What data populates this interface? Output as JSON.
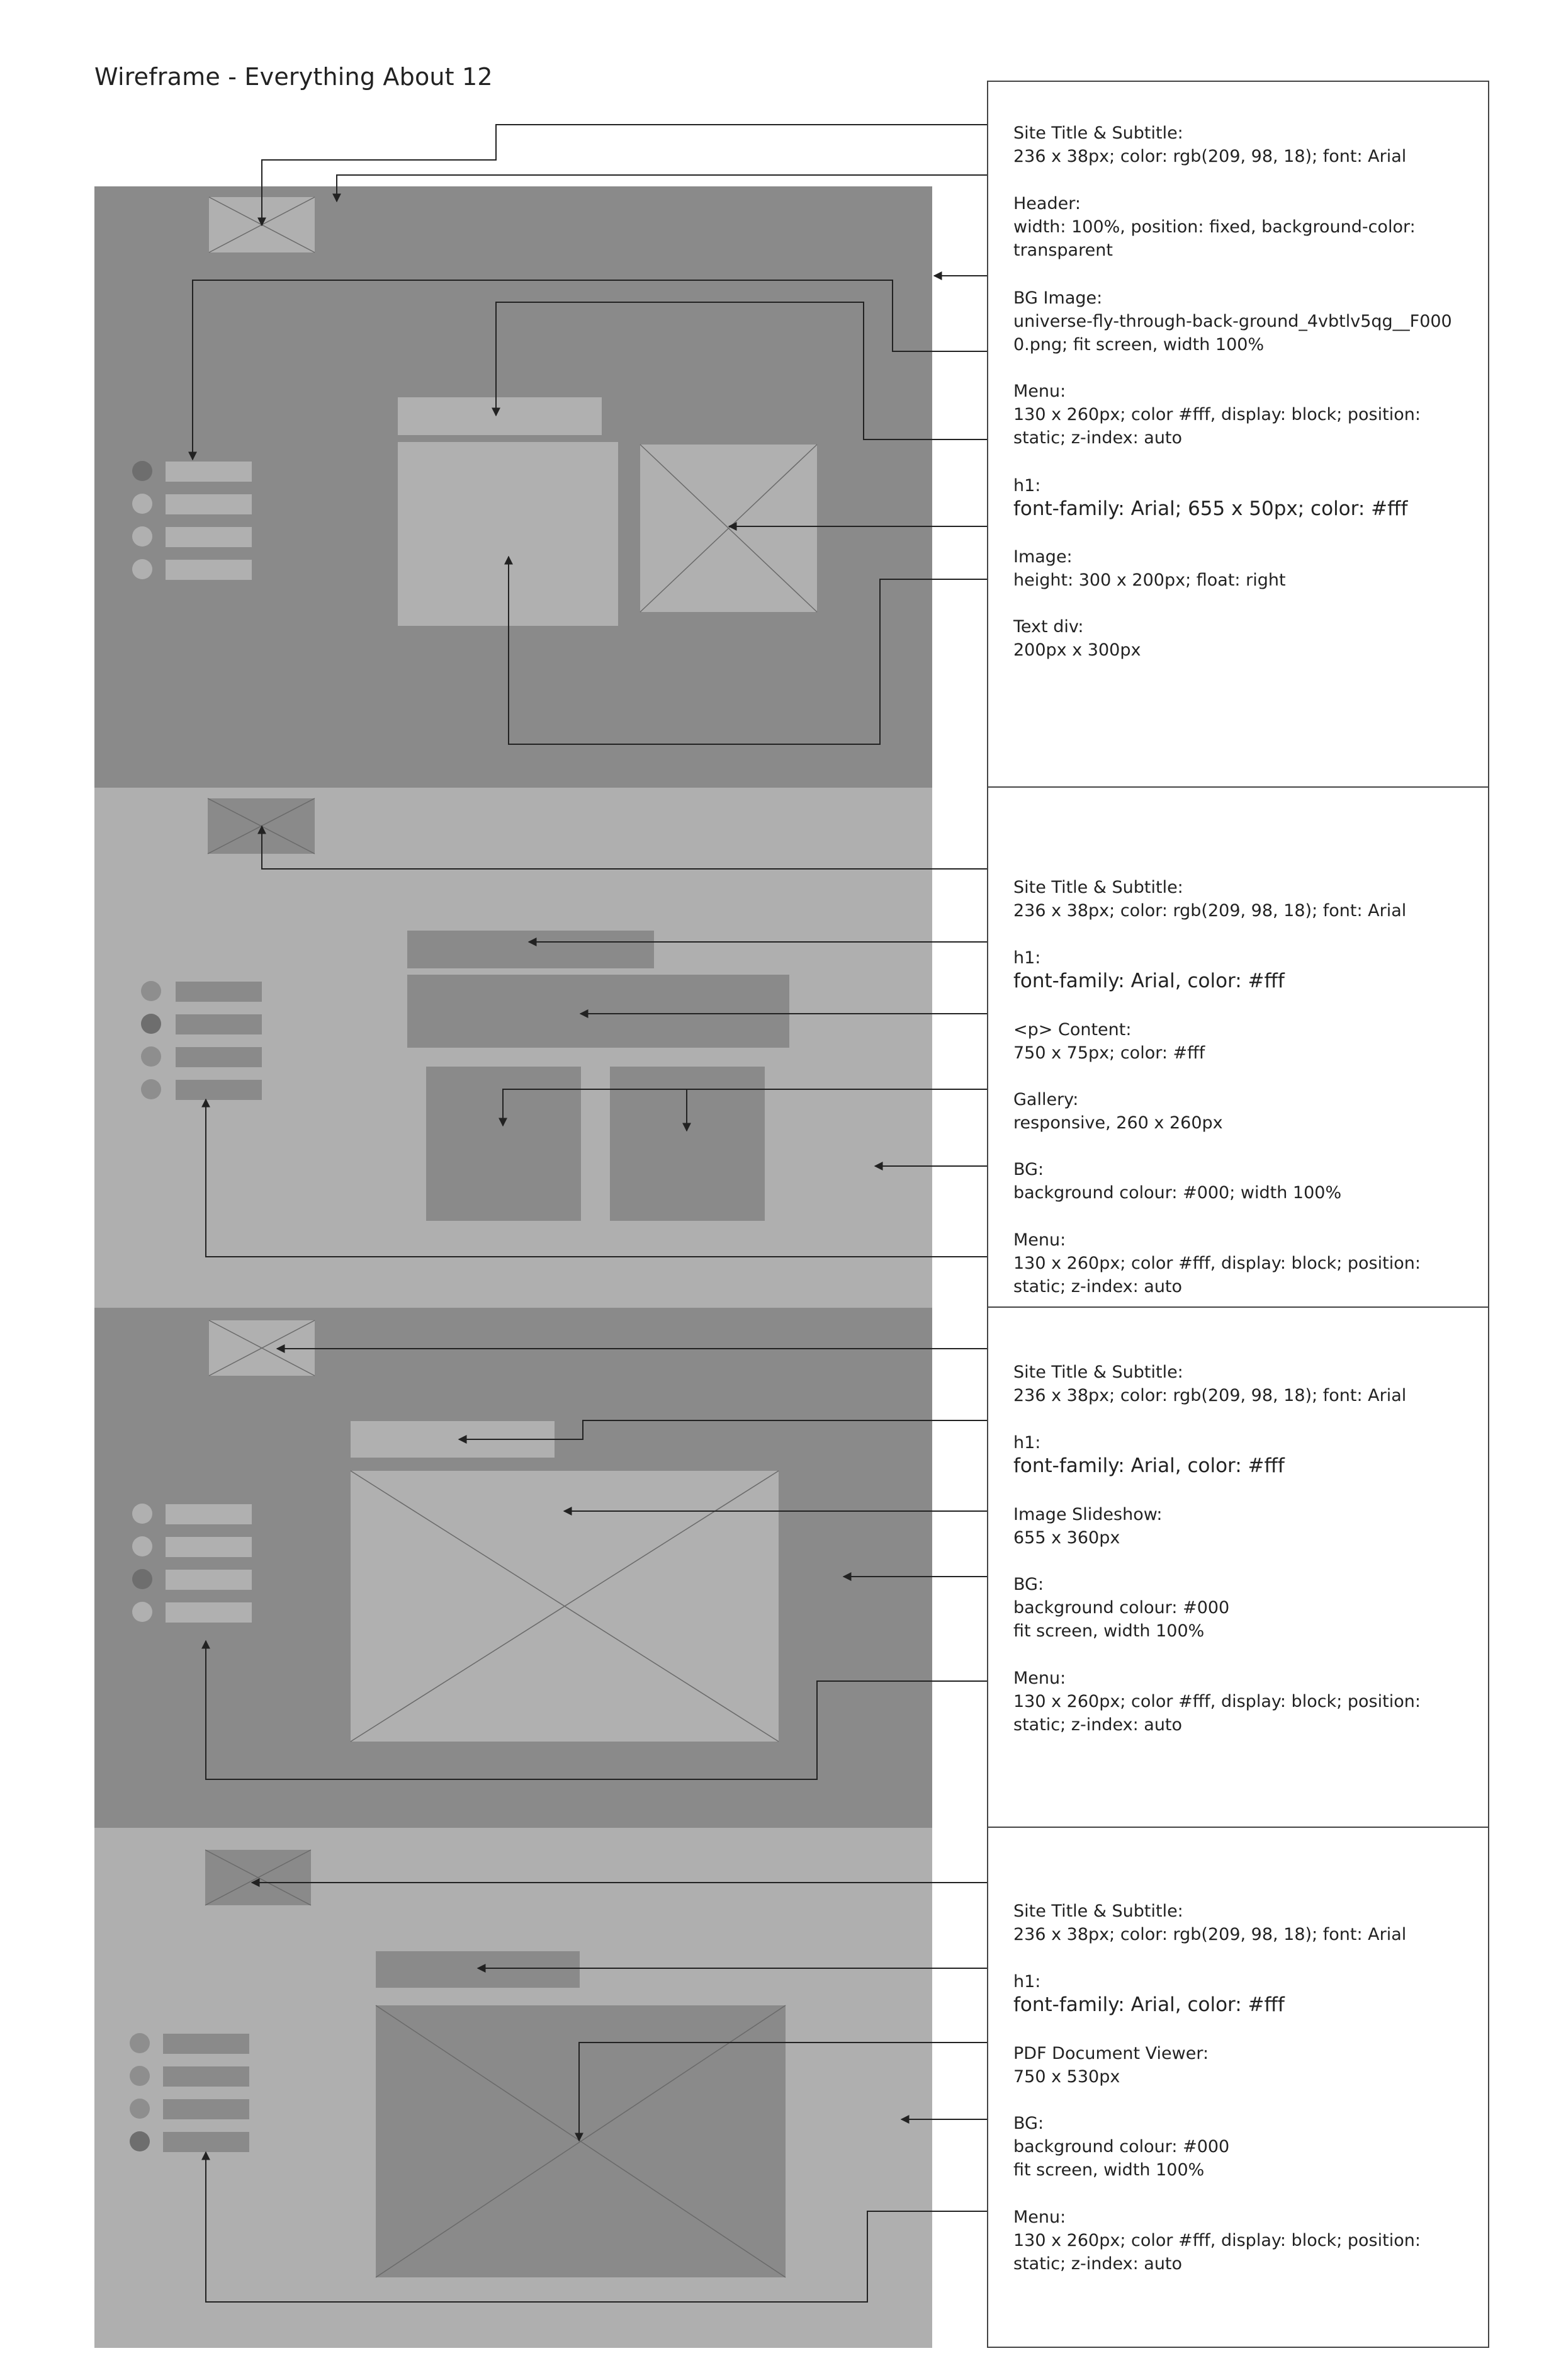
{
  "page_title": "Wireframe - Everything About 12",
  "annotations": [
    [
      {
        "label": "Site Title & Subtitle:",
        "spec": "236 x 38px; color: rgb(209, 98, 18); font: Arial"
      },
      {
        "label": "Header:",
        "spec": "width: 100%, position: fixed, background-color: transparent"
      },
      {
        "label": "BG Image:",
        "spec": "universe-fly-through-back-ground_4vbtlv5qg__F0000.png; fit screen, width 100%"
      },
      {
        "label": "Menu:",
        "spec": "130 x 260px; color #fff, display: block; position: static; z-index: auto"
      },
      {
        "label": "h1:",
        "spec": "font-family: Arial; 655 x 50px; color: #fff"
      },
      {
        "label": "Image:",
        "spec": "height: 300 x 200px; float: right"
      },
      {
        "label": "Text div:",
        "spec": "200px x 300px"
      }
    ],
    [
      {
        "label": "Site Title & Subtitle:",
        "spec": "236 x 38px; color: rgb(209, 98, 18); font: Arial"
      },
      {
        "label": "h1:",
        "spec": "font-family: Arial, color: #fff"
      },
      {
        "label": "<p> Content:",
        "spec": "750 x 75px; color: #fff"
      },
      {
        "label": "Gallery:",
        "spec": "responsive, 260 x 260px"
      },
      {
        "label": "BG:",
        "spec": "background colour: #000; width 100%"
      },
      {
        "label": "Menu:",
        "spec": "130 x 260px; color #fff, display: block; position: static; z-index: auto"
      }
    ],
    [
      {
        "label": "Site Title & Subtitle:",
        "spec": "236 x 38px; color: rgb(209, 98, 18); font: Arial"
      },
      {
        "label": "h1:",
        "spec": "font-family: Arial, color: #fff"
      },
      {
        "label": "Image Slideshow:",
        "spec": "655 x 360px"
      },
      {
        "label": "BG:",
        "spec": "background colour: #000\nfit screen, width 100%"
      },
      {
        "label": "Menu:",
        "spec": "130 x 260px; color #fff, display: block; position: static; z-index: auto"
      }
    ],
    [
      {
        "label": "Site Title & Subtitle:",
        "spec": "236 x 38px; color: rgb(209, 98, 18); font: Arial"
      },
      {
        "label": "h1:",
        "spec": "font-family: Arial, color: #fff"
      },
      {
        "label": "PDF Document Viewer:",
        "spec": "750 x 530px"
      },
      {
        "label": "BG:",
        "spec": "background colour: #000\nfit screen, width 100%"
      },
      {
        "label": "Menu:",
        "spec": "130 x 260px; color #fff, display: block; position: static; z-index: auto"
      }
    ]
  ],
  "colors": {
    "dark_band": "#8a8a8a",
    "light_band": "#afafaf",
    "arrow": "#222222"
  }
}
